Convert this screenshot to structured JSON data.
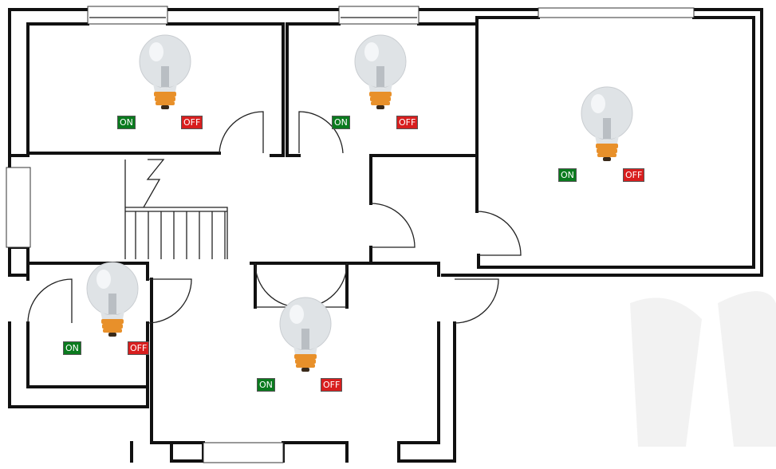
{
  "colors": {
    "on": "#0a7a1e",
    "off": "#d81e1e",
    "wall": "#111111",
    "glass": "#dfe3e6",
    "base": "#e8902a"
  },
  "rooms": [
    {
      "id": "top-left",
      "on_label": "ON",
      "off_label": "OFF",
      "icon": "light-bulb-icon",
      "state": "off"
    },
    {
      "id": "top-mid",
      "on_label": "ON",
      "off_label": "OFF",
      "icon": "light-bulb-icon",
      "state": "off"
    },
    {
      "id": "right",
      "on_label": "ON",
      "off_label": "OFF",
      "icon": "light-bulb-icon",
      "state": "off"
    },
    {
      "id": "small-left",
      "on_label": "ON",
      "off_label": "OFF",
      "icon": "light-bulb-icon",
      "state": "off"
    },
    {
      "id": "bottom",
      "on_label": "ON",
      "off_label": "OFF",
      "icon": "light-bulb-icon",
      "state": "off"
    }
  ]
}
